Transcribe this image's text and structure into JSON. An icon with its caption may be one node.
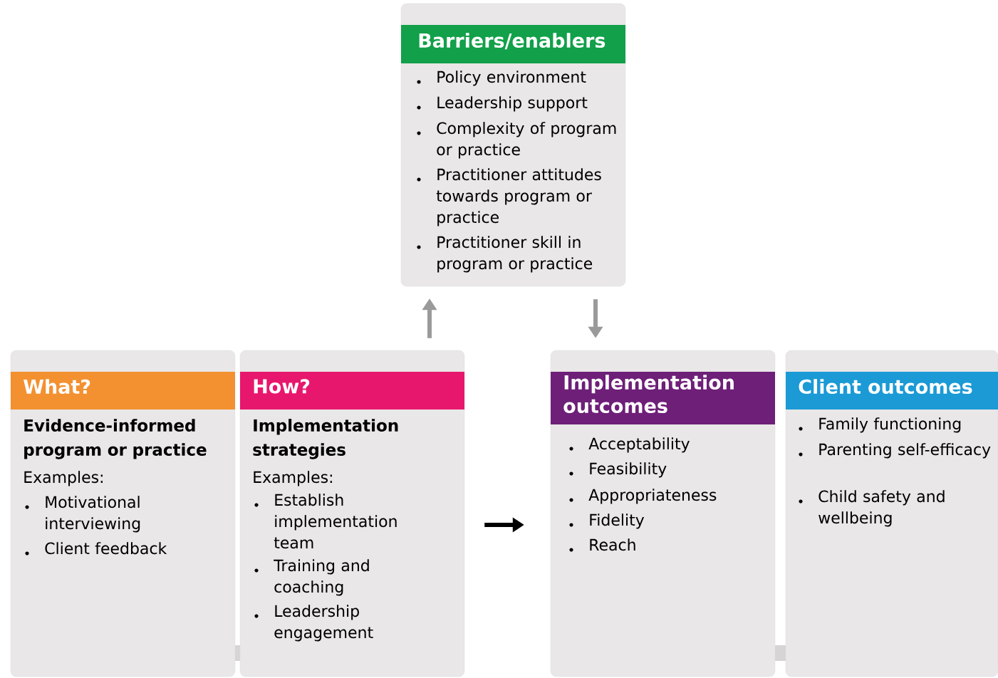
{
  "diagram": {
    "nodes": [
      {
        "text": [
          "Barriers/enablers",
          "Policy environment",
          "Leadership support",
          "Complexity of program or practice",
          "Practitioner attitudes towards program or practice",
          "Practitioner skill in program or practice"
        ]
      },
      {
        "text": [
          "What?",
          "Evidence-informed program or practice",
          "Examples:",
          "Motivational interviewing",
          "Client feedback"
        ]
      },
      {
        "text": [
          "How?",
          "Implementation strategies",
          "Examples:",
          "Establish implementation team",
          "Training and coaching",
          "Leadership engagement"
        ]
      },
      {
        "text": [
          "Implementation outcomes",
          "Acceptability",
          "Feasibility",
          "Appropriateness",
          "Fidelity",
          "Reach"
        ]
      },
      {
        "text": [
          "Client outcomes",
          "Family functioning",
          "Parenting self-efficacy",
          "Child safety and wellbeing"
        ]
      }
    ],
    "edges": [
      {
        "from": 2,
        "to": 0,
        "arrow": "to"
      },
      {
        "from": 0,
        "to": 3,
        "arrow": "to"
      },
      {
        "from": 2,
        "to": 3,
        "arrow": "to",
        "color": "#000000"
      }
    ]
  }
}
